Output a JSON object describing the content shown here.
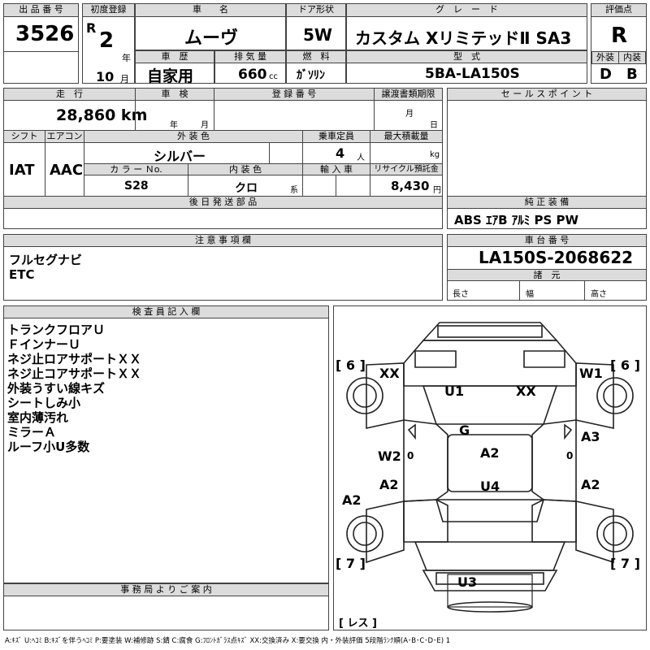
{
  "header": {
    "lot_no_label": "出 品 番 号",
    "lot_no": "3526",
    "first_reg_label": "初度登録",
    "era": "R",
    "year": "2",
    "year_unit": "年",
    "month": "10",
    "month_unit": "月",
    "car_name_label": "車　　名",
    "car_name": "ムーヴ",
    "door_label": "ドア形状",
    "door": "5W",
    "grade_label": "グ　レ　ー　ド",
    "grade": "カスタム XリミテッドⅡ SA3",
    "score_label": "評価点",
    "score": "R",
    "history_label": "車　歴",
    "history": "自家用",
    "displacement_label": "排 気 量",
    "displacement": "660",
    "displacement_unit": "cc",
    "fuel_label": "燃　料",
    "fuel": "ｶﾞｿﾘﾝ",
    "model_label": "型　式",
    "model": "5BA-LA150S",
    "exterior_label": "外装",
    "exterior": "D",
    "interior_label": "内装",
    "interior": "B"
  },
  "row2": {
    "mileage_label": "走　行",
    "mileage": "28,860 km",
    "inspection_label": "車　検",
    "insp_year_unit": "年",
    "insp_month_unit": "月",
    "reg_no_label": "登 録 番 号",
    "transfer_label": "譲渡書類期限",
    "transfer_month_unit": "月",
    "transfer_day_unit": "日",
    "shift_label": "シフト",
    "shift": "IAT",
    "ac_label": "エアコン",
    "ac": "AAC",
    "color_label": "外 装 色",
    "color": "シルバー",
    "capacity_label": "乗車定員",
    "capacity": "4",
    "capacity_unit": "人",
    "max_load_label": "最大積載量",
    "max_load_unit": "kg",
    "color_no_label": "カ ラ ー Ｎo.",
    "color_no": "S28",
    "int_color_label": "内 装 色",
    "int_color": "クロ",
    "int_color_unit": "系",
    "import_label": "輸 入 車",
    "recycle_label": "リサイクル預託金",
    "recycle": "8,430",
    "recycle_unit": "円",
    "later_parts_label": "後 日 発 送 部 品"
  },
  "sales_points": {
    "label": "セ ー ル ス ポ イ ン ト",
    "text": ""
  },
  "equipment": {
    "label": "純 正 装 備",
    "text": "ABS ｴｱB ｱﾙﾐ PS PW"
  },
  "notes": {
    "label": "注 意 事 項 欄",
    "lines": [
      "フルセグナビ",
      "ETC"
    ]
  },
  "chassis": {
    "label": "車 台 番 号",
    "value": "LA150S-2068622",
    "specs_label": "諸　元",
    "length_label": "長さ",
    "width_label": "幅",
    "height_label": "高さ"
  },
  "inspector": {
    "label": "検 査 員 記 入 欄",
    "lines": [
      "トランクフロアＵ",
      "ＦインナーＵ",
      "ネジ止ロアサポートＸＸ",
      "ネジ止コアサポートＸＸ",
      "外装うすい線キズ",
      "シートしみ小",
      "室内薄汚れ",
      "ミラーＡ",
      "ルーフ小U多数"
    ]
  },
  "office": {
    "label": "事 務 局 よ り ご 案 内",
    "text": ""
  },
  "diagram": {
    "bracket_6_left": "[ 6 ]",
    "bracket_6_right": "[ 6 ]",
    "bracket_7_left": "[ 7 ]",
    "bracket_7_right": "[ 7 ]",
    "less_label": "[ レス ]",
    "marks": {
      "xx_front_left": "XX",
      "w1": "W1",
      "u1": "U1",
      "xx_center": "XX",
      "g": "G",
      "w2": "W2",
      "zero_left": "0",
      "a2_center": "A2",
      "zero_right": "0",
      "a3": "A3",
      "a2_left_door": "A2",
      "a2_right_door": "A2",
      "a2_left_side": "A2",
      "u4": "U4",
      "u3": "U3"
    }
  },
  "legend": "A:ｷｽﾞ U:ﾍｺﾐ B:ｷｽﾞを伴うﾍｺﾐ P:要塗装 W:補修跡 S:錆 C:腐食 G:ﾌﾛﾝﾄｶﾞﾗｽ点ｷｽﾞ XX:交換済み X:要交換 内・外装評価 5段階ﾗﾝｸ順(A･B･C･D･E) 1"
}
